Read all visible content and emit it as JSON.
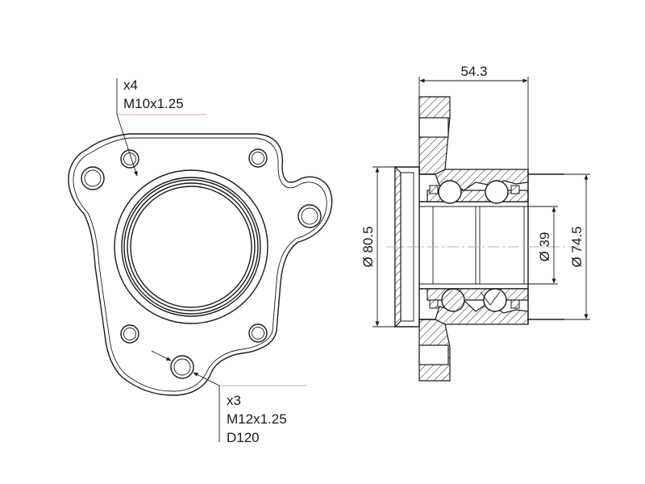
{
  "callout_upper": {
    "count": "x4",
    "thread": "M10x1.25"
  },
  "callout_lower": {
    "count": "x3",
    "thread": "M12x1.25",
    "pcd": "D120"
  },
  "dims": {
    "width": "54.3",
    "outer_diameter": "Ø 80.5",
    "bore_diameter": "Ø 39",
    "body_diameter": "Ø 74.5"
  },
  "colors": {
    "line": "#1a1a1a",
    "leader": "#d9a3a3"
  }
}
